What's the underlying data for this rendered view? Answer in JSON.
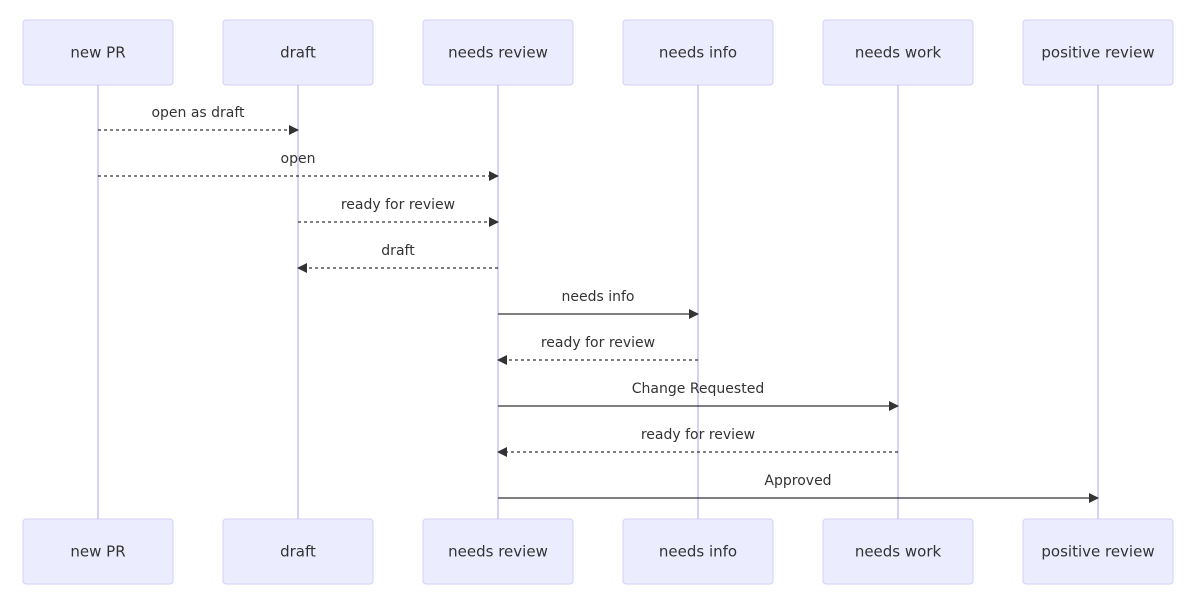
{
  "diagram": {
    "participants": [
      {
        "id": "new-pr",
        "label": "new PR"
      },
      {
        "id": "draft",
        "label": "draft"
      },
      {
        "id": "needs-review",
        "label": "needs review"
      },
      {
        "id": "needs-info",
        "label": "needs info"
      },
      {
        "id": "needs-work",
        "label": "needs work"
      },
      {
        "id": "positive-review",
        "label": "positive review"
      }
    ],
    "messages": [
      {
        "from": 0,
        "to": 1,
        "label": "open as draft",
        "style": "dashed"
      },
      {
        "from": 0,
        "to": 2,
        "label": "open",
        "style": "dashed"
      },
      {
        "from": 1,
        "to": 2,
        "label": "ready for review",
        "style": "dashed"
      },
      {
        "from": 2,
        "to": 1,
        "label": "draft",
        "style": "dashed"
      },
      {
        "from": 2,
        "to": 3,
        "label": "needs info",
        "style": "solid"
      },
      {
        "from": 3,
        "to": 2,
        "label": "ready for review",
        "style": "dashed"
      },
      {
        "from": 2,
        "to": 4,
        "label": "Change Requested",
        "style": "solid"
      },
      {
        "from": 4,
        "to": 2,
        "label": "ready for review",
        "style": "dashed"
      },
      {
        "from": 2,
        "to": 5,
        "label": "Approved",
        "style": "solid"
      }
    ]
  }
}
